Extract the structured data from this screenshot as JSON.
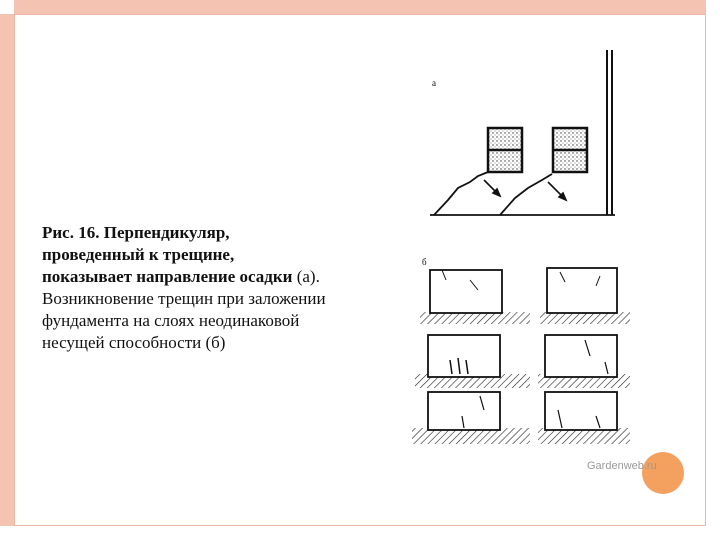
{
  "caption": {
    "bold_line1": "Рис. 16. Перпендикуляр,",
    "bold_line2": "проведенный к трещине,",
    "bold_line3": "показывает направление осадки",
    "suffix_a": " (а).",
    "line4": "Возникновение трещин при заложении",
    "line5": "фундамента на слоях неодинаковой",
    "line6": "несущей способности (б)"
  },
  "figure": {
    "label_a": "а",
    "label_b": "б"
  },
  "watermark": "Gardenweb.ru",
  "colors": {
    "accent": "#f4c3b2",
    "circle": "#f4a05e",
    "border": "#e8b7a6"
  }
}
